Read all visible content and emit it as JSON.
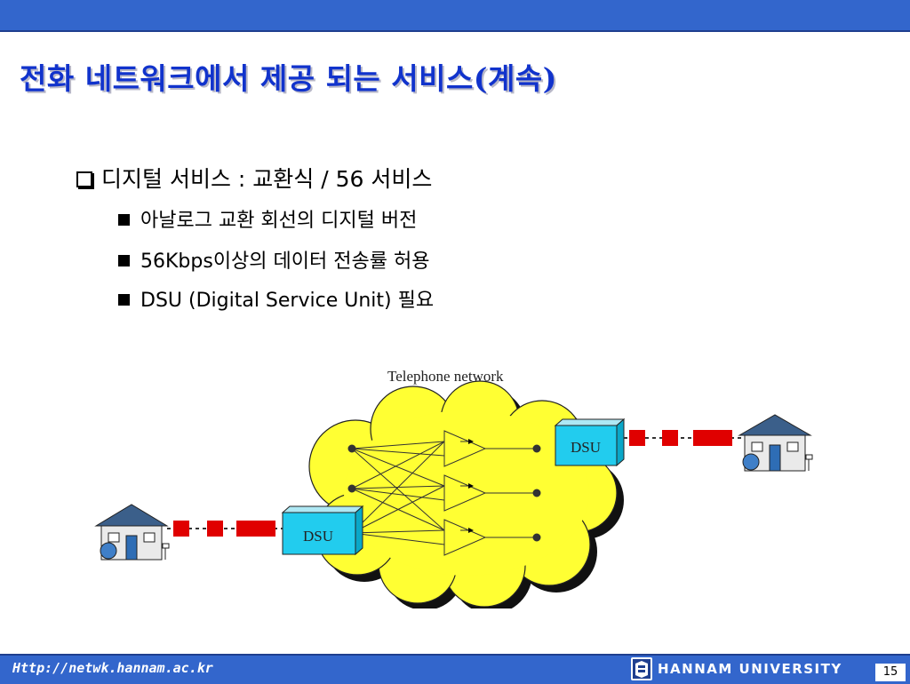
{
  "slide": {
    "title": "전화 네트워크에서 제공 되는 서비스(계속)",
    "main_bullet": "디지털 서비스 : 교환식 / 56 서비스",
    "sub_bullets": [
      "아날로그 교환 회선의 디지털 버전",
      "56Kbps이상의 데이터 전송률 허용",
      "DSU (Digital Service Unit) 필요"
    ]
  },
  "diagram": {
    "network_label": "Telephone network",
    "dsu_left": "DSU",
    "dsu_right": "DSU"
  },
  "footer": {
    "url": "Http://netwk.hannam.ac.kr",
    "university": "HANNAM  UNIVERSITY",
    "page_number": "15"
  },
  "colors": {
    "header_blue": "#3366cc",
    "title_blue": "#1133cc",
    "cloud_yellow": "#ffff33",
    "dsu_cyan": "#22ccee",
    "line_red": "#e00000"
  }
}
